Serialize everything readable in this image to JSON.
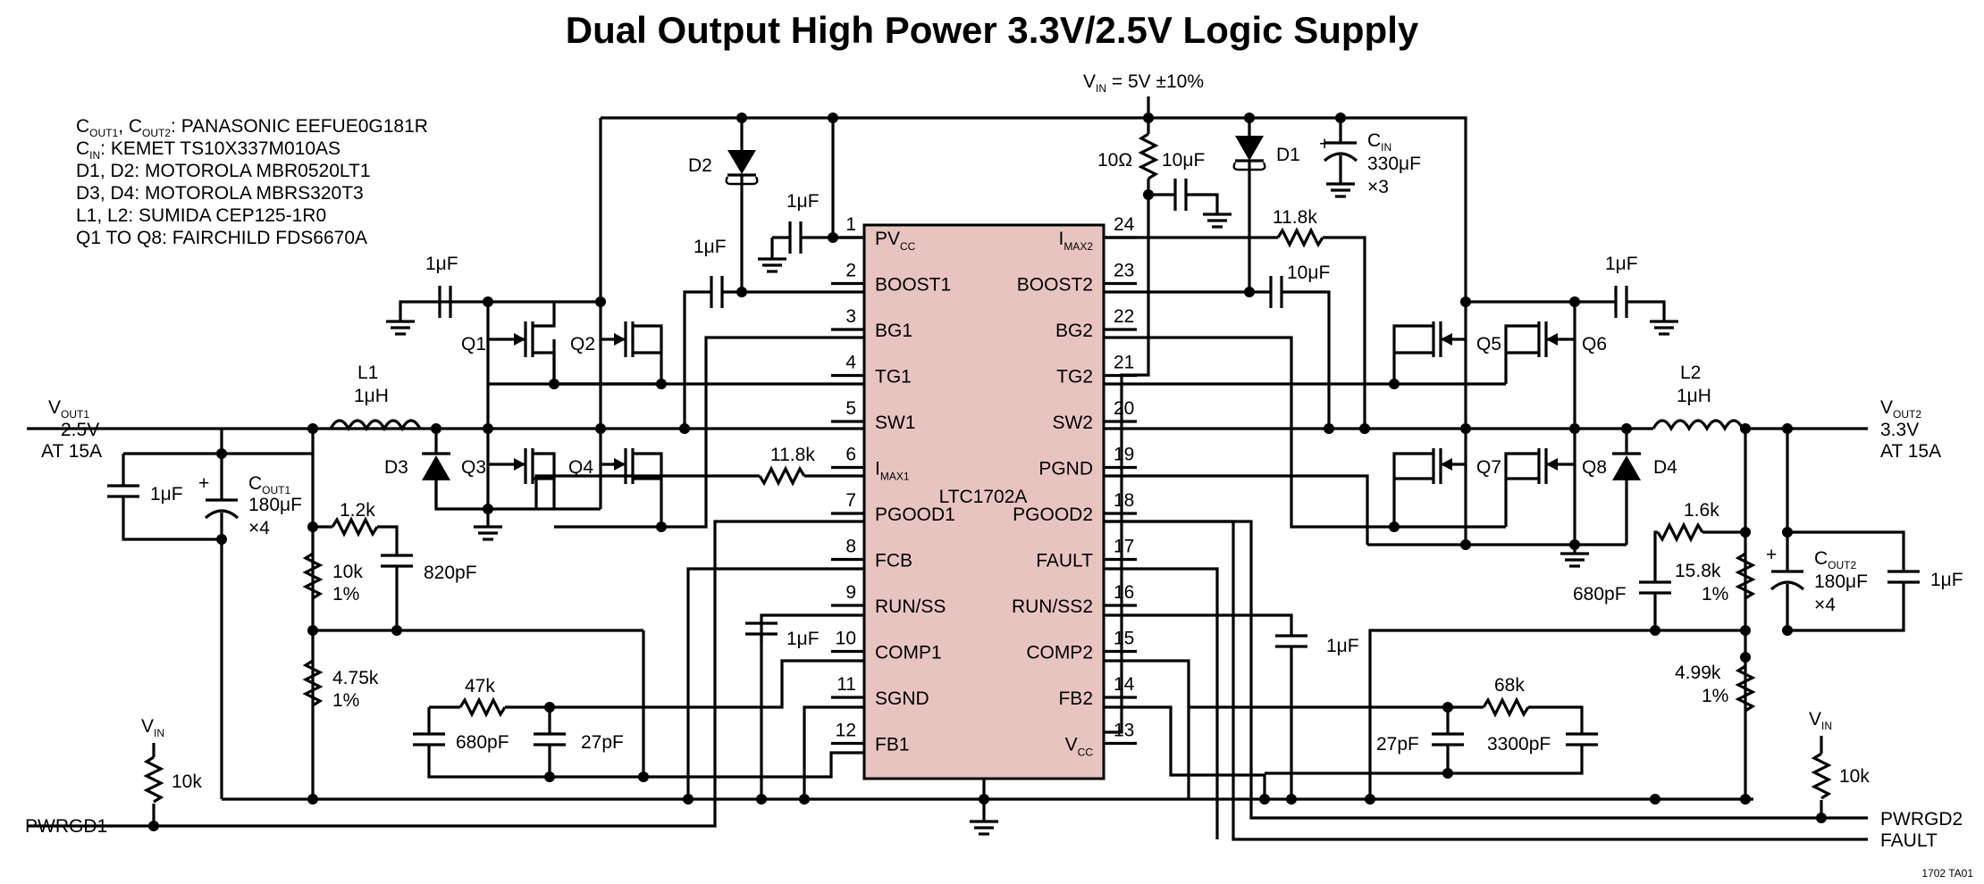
{
  "title": "Dual Output High Power 3.3V/2.5V Logic Supply",
  "vin_label": "V",
  "vin_sub": "IN",
  "vin_value": " = 5V ±10%",
  "notes": [
    {
      "pre": "C",
      "sub": "OUT1",
      "mid": ", C",
      "sub2": "OUT2",
      "post": ": PANASONIC EEFUE0G181R"
    },
    {
      "pre": "C",
      "sub": "IN",
      "mid": "",
      "sub2": "",
      "post": ": KEMET TS10X337M010AS"
    },
    {
      "pre": "D1, D2: MOTOROLA MBR0520LT1",
      "sub": "",
      "mid": "",
      "sub2": "",
      "post": ""
    },
    {
      "pre": "D3, D4: MOTOROLA MBRS320T3",
      "sub": "",
      "mid": "",
      "sub2": "",
      "post": ""
    },
    {
      "pre": "L1, L2: SUMIDA CEP125-1R0",
      "sub": "",
      "mid": "",
      "sub2": "",
      "post": ""
    },
    {
      "pre": "Q1 TO Q8: FAIRCHILD FDS6670A",
      "sub": "",
      "mid": "",
      "sub2": "",
      "post": ""
    }
  ],
  "chip": {
    "name": "LTC1702A",
    "left_pins": [
      {
        "num": "1",
        "label": "PV",
        "sub": "CC"
      },
      {
        "num": "2",
        "label": "BOOST1",
        "sub": ""
      },
      {
        "num": "3",
        "label": "BG1",
        "sub": ""
      },
      {
        "num": "4",
        "label": "TG1",
        "sub": ""
      },
      {
        "num": "5",
        "label": "SW1",
        "sub": ""
      },
      {
        "num": "6",
        "label": "I",
        "sub": "MAX1"
      },
      {
        "num": "7",
        "label": "PGOOD1",
        "sub": ""
      },
      {
        "num": "8",
        "label": "FCB",
        "sub": ""
      },
      {
        "num": "9",
        "label": "RUN/SS",
        "sub": ""
      },
      {
        "num": "10",
        "label": "COMP1",
        "sub": ""
      },
      {
        "num": "11",
        "label": "SGND",
        "sub": ""
      },
      {
        "num": "12",
        "label": "FB1",
        "sub": ""
      }
    ],
    "right_pins": [
      {
        "num": "24",
        "label": "I",
        "sub": "MAX2"
      },
      {
        "num": "23",
        "label": "BOOST2",
        "sub": ""
      },
      {
        "num": "22",
        "label": "BG2",
        "sub": ""
      },
      {
        "num": "21",
        "label": "TG2",
        "sub": ""
      },
      {
        "num": "20",
        "label": "SW2",
        "sub": ""
      },
      {
        "num": "19",
        "label": "PGND",
        "sub": ""
      },
      {
        "num": "18",
        "label": "PGOOD2",
        "sub": ""
      },
      {
        "num": "17",
        "label": "FAULT",
        "sub": ""
      },
      {
        "num": "16",
        "label": "RUN/SS2",
        "sub": ""
      },
      {
        "num": "15",
        "label": "COMP2",
        "sub": ""
      },
      {
        "num": "14",
        "label": "FB2",
        "sub": ""
      },
      {
        "num": "13",
        "label": "V",
        "sub": "CC"
      }
    ],
    "fill": "#e8c4c0"
  },
  "components": {
    "d1": "D1",
    "d2": "D2",
    "d3": "D3",
    "d4": "D4",
    "q1": "Q1",
    "q2": "Q2",
    "q3": "Q3",
    "q4": "Q4",
    "q5": "Q5",
    "q6": "Q6",
    "q7": "Q7",
    "q8": "Q8",
    "l1_name": "L1",
    "l1_val": "1μH",
    "l2_name": "L2",
    "l2_val": "1μH",
    "c_1uf_pvcc": "1μF",
    "c_1uf_boost1": "1μF",
    "c_1uf_q1": "1μF",
    "r_10ohm": "10Ω",
    "c_10uf_vin": "10μF",
    "cin_label": "C",
    "cin_sub": "IN",
    "cin_val": "330μF",
    "cin_mult": "×3",
    "r_imax2": "11.8k",
    "c_10uf_boost2": "10μF",
    "c_1uf_q6": "1μF",
    "r_imax1": "11.8k",
    "c_1uf_out1": "1μF",
    "cout1_label": "C",
    "cout1_sub": "OUT1",
    "cout1_val": "180μF",
    "cout1_mult": "×4",
    "r_1_2k": "1.2k",
    "r_10k": "10k",
    "r_10k_tol": "1%",
    "c_820pf": "820pF",
    "r_4_75k": "4.75k",
    "r_4_75k_tol": "1%",
    "r_47k": "47k",
    "c_680pf_1": "680pF",
    "c_27pf_1": "27pF",
    "c_1uf_runss": "1μF",
    "c_1uf_runss2": "1μF",
    "r_68k": "68k",
    "c_27pf_2": "27pF",
    "c_3300pf": "3300pF",
    "r_1_6k": "1.6k",
    "c_680pf_2": "680pF",
    "r_15_8k": "15.8k",
    "r_15_8k_tol": "1%",
    "cout2_label": "C",
    "cout2_sub": "OUT2",
    "cout2_val": "180μF",
    "cout2_mult": "×4",
    "c_1uf_out2": "1μF",
    "r_4_99k": "4.99k",
    "r_4_99k_tol": "1%",
    "r_pull1": "10k",
    "r_pull2": "10k",
    "vin_pull1": "V",
    "vin_pull1_sub": "IN",
    "vin_pull2": "V",
    "vin_pull2_sub": "IN"
  },
  "outputs": {
    "vout1_label": "V",
    "vout1_sub": "OUT1",
    "vout1_val": "2.5V",
    "vout1_cur": "AT 15A",
    "vout2_label": "V",
    "vout2_sub": "OUT2",
    "vout2_val": "3.3V",
    "vout2_cur": "AT 15A",
    "pwrgd1": "PWRGD1",
    "pwrgd2": "PWRGD2",
    "fault": "FAULT"
  },
  "figure_id": "1702 TA01"
}
